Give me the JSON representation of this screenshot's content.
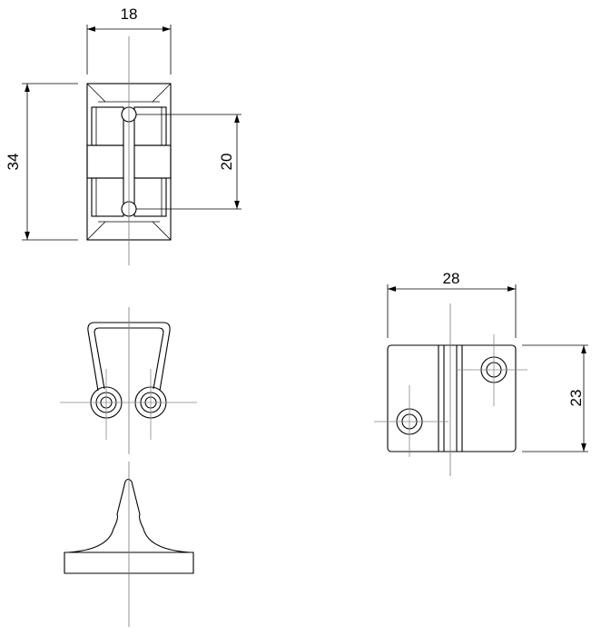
{
  "dimensions": {
    "top_width": "18",
    "top_height": "34",
    "hole_spacing": "20",
    "side_width": "28",
    "side_height": "23"
  },
  "colors": {
    "line": "#000000",
    "centerline": "#777777",
    "background": "#ffffff"
  }
}
